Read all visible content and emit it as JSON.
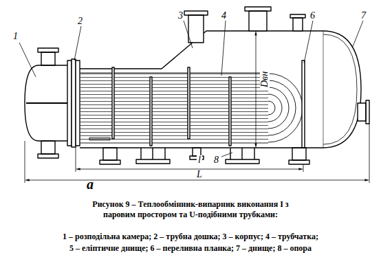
{
  "diagram": {
    "caption": "Рисунок 9 – Теплообмінник-випарник виконання І з паровим простором та U-подібними трубками:",
    "labels": [
      "1",
      "2",
      "3",
      "4",
      "6",
      "7",
      "8",
      "Dвн",
      "l",
      "L",
      "a",
      "1 – розподільна камера;  2 – трубна дошка;  3 – корпус;  4 – трубчатка;",
      "5 – еліптичне днище;  6 – переливна планка;  7 – днище;  8 – опора"
    ]
  }
}
